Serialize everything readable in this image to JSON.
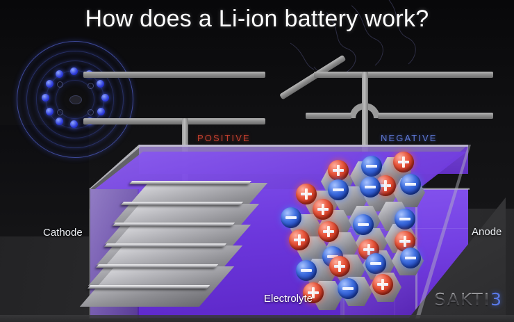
{
  "title": "How does a Li-ion battery work?",
  "brand": {
    "name_primary": "SAKTI",
    "name_accent": "3",
    "accent_color": "#5a7ae8",
    "primary_color": "#c9c9cf"
  },
  "terminals": [
    {
      "id": "positive",
      "label": "POSITIVE",
      "color": "#c4402f"
    },
    {
      "id": "negative",
      "label": "NEGATIVE",
      "color": "#5f79d6"
    }
  ],
  "components": {
    "cathode_label": "Cathode",
    "anode_label": "Anode",
    "electrolyte_label": "Electrolyte",
    "load_icon": "wheel-load-icon",
    "switch_icon": "open-switch-icon"
  },
  "diagram": {
    "cell_body_color": "#6c37dc",
    "cell_glass_color": "#a8a8b2",
    "plate_color": "#b6b6bb",
    "plate_count": 6,
    "ion_positive_color": "#e8563c",
    "ion_negative_color": "#3f6fe0",
    "positive_symbol": "+",
    "negative_symbol": "-"
  },
  "wheel": {
    "ring_color": "#5668dc",
    "dot_color": "#2a38d8",
    "dot_count": 12
  }
}
